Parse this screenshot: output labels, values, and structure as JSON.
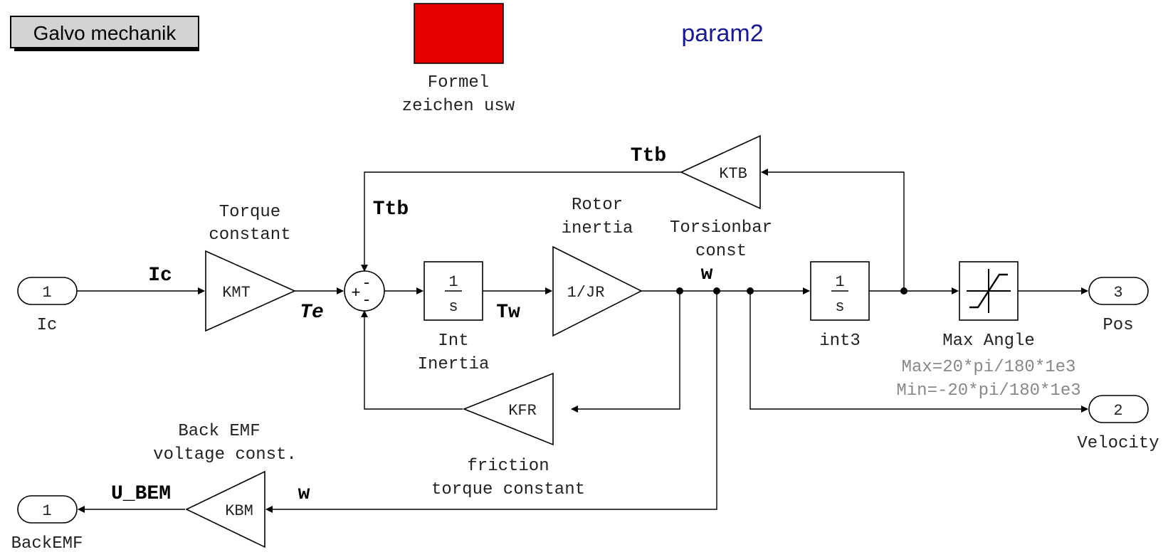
{
  "title_button": "Galvo mechanik",
  "annotation_block_label": [
    "Formel",
    "zeichen usw"
  ],
  "param_label": "param2",
  "colors": {
    "annotation_fill": "#e60000",
    "param_text": "#1a1a8c",
    "param_values": "#888888"
  },
  "inports": [
    {
      "number": "1",
      "name": "Ic"
    }
  ],
  "outports": [
    {
      "number": "3",
      "name": "Pos"
    },
    {
      "number": "2",
      "name": "Velocity"
    },
    {
      "number": "1",
      "name": "BackEMF"
    }
  ],
  "gains": {
    "kmt": {
      "value": "KMT",
      "caption": [
        "Torque",
        "constant"
      ]
    },
    "jr": {
      "value": "1/JR",
      "caption": [
        "Rotor",
        "inertia"
      ]
    },
    "ktb": {
      "value": "KTB",
      "caption": [
        "Torsionbar",
        "const"
      ]
    },
    "kfr": {
      "value": "KFR",
      "caption": [
        "friction",
        "torque constant"
      ]
    },
    "kbm": {
      "value": "KBM",
      "caption": [
        "Back EMF",
        "voltage const."
      ]
    }
  },
  "integrators": {
    "int1": {
      "num": "1",
      "den": "s",
      "caption": [
        "Int",
        "Inertia"
      ]
    },
    "int3": {
      "num": "1",
      "den": "s",
      "caption": [
        "int3"
      ]
    }
  },
  "sum": {
    "signs": [
      "+",
      "-",
      "-"
    ]
  },
  "saturation": {
    "caption": "Max Angle",
    "params": [
      "Max=20*pi/180*1e3",
      "Min=-20*pi/180*1e3"
    ]
  },
  "signals": {
    "ic": "Ic",
    "te": "Te",
    "ttb_top": "Ttb",
    "ttb_side": "Ttb",
    "tw": "Tw",
    "w_main": "w",
    "u_bem": "U_BEM",
    "w_low": "w"
  }
}
